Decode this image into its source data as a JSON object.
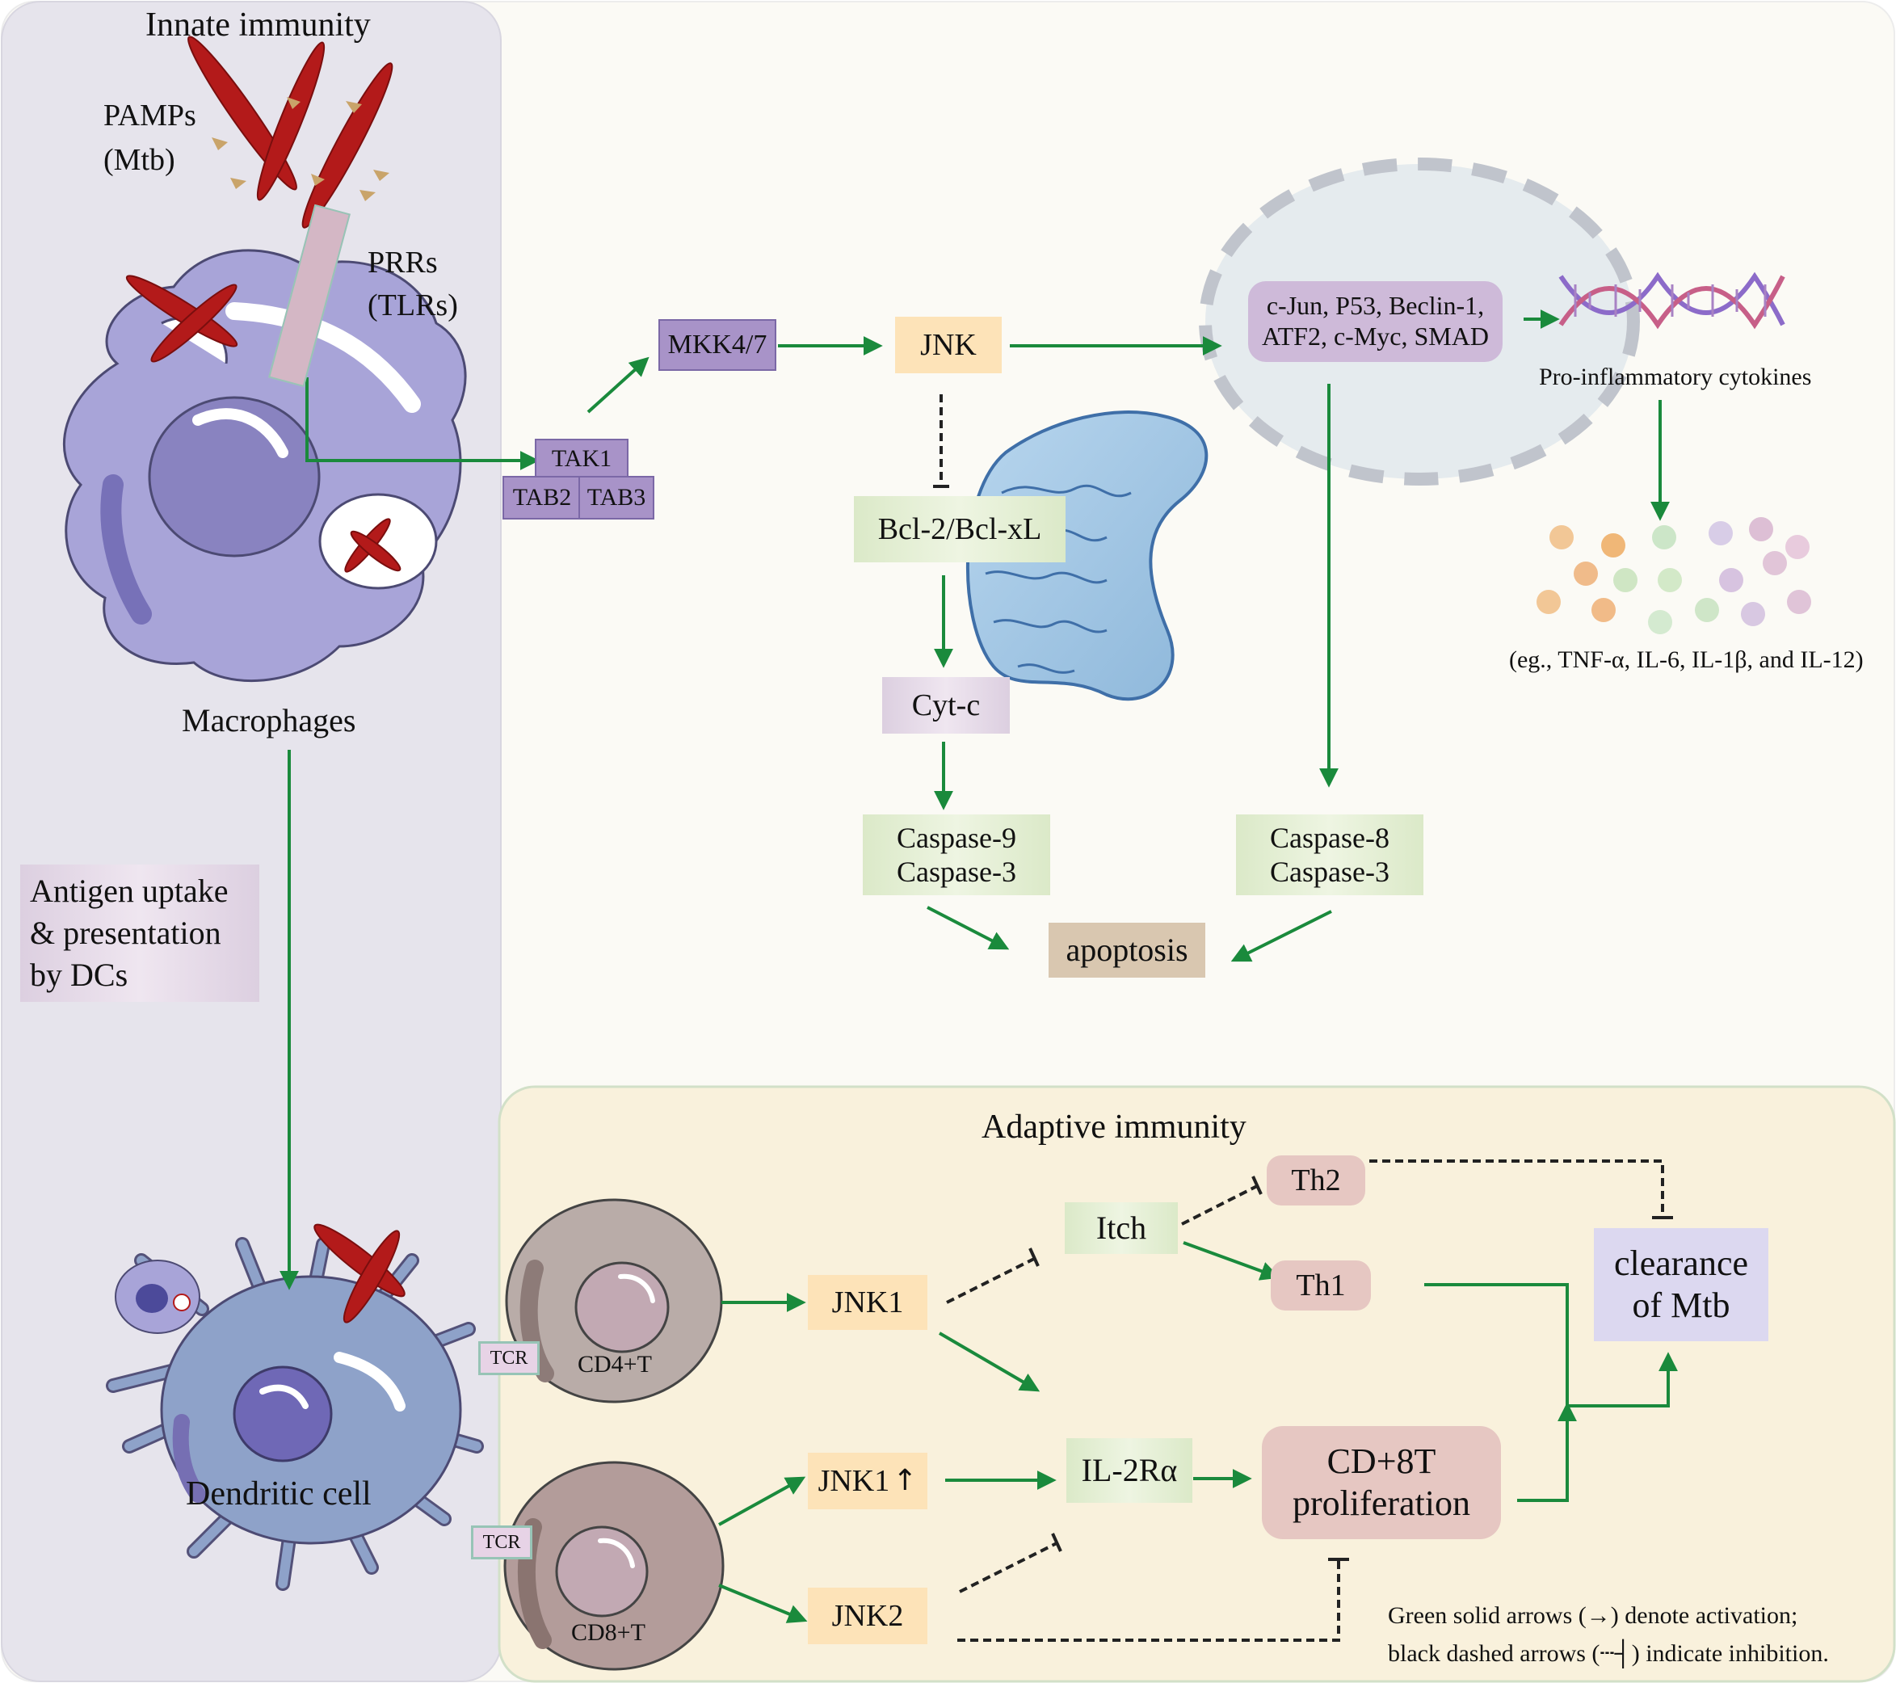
{
  "innate": {
    "title": "Innate immunity",
    "pamps": [
      "PAMPs",
      "(Mtb)"
    ],
    "prrs": [
      "PRRs",
      "(TLRs)"
    ],
    "macrophages": "Macrophages",
    "antigen": [
      "Antigen uptake",
      "& presentation",
      "by DCs"
    ],
    "dendritic": "Dendritic cell"
  },
  "signaling": {
    "tak1": "TAK1",
    "tab2": "TAB2",
    "tab3": "TAB3",
    "mkk": "MKK4/7",
    "jnk": "JNK",
    "bcl": "Bcl-2/Bcl-xL",
    "cytc": "Cyt-c",
    "casp9": [
      "Caspase-9",
      "Caspase-3"
    ],
    "casp8": [
      "Caspase-8",
      "Caspase-3"
    ],
    "apoptosis": "apoptosis",
    "tfs": [
      "c-Jun, P53, Beclin-1,",
      "ATF2, c-Myc, SMAD"
    ],
    "proinflam": "Pro-inflammatory cytokines",
    "cytokines": "(eg., TNF-α, IL-6, IL-1β, and IL-12)"
  },
  "adaptive": {
    "title": "Adaptive immunity",
    "tcr": "TCR",
    "cd4": "CD4+T",
    "cd8": "CD8+T",
    "jnk1": "JNK1",
    "jnk1up": "JNK1",
    "jnk2": "JNK2",
    "itch": "Itch",
    "th2": "Th2",
    "th1": "Th1",
    "il2ra": "IL-2Rα",
    "cd8prolif": [
      "CD+8T",
      "proliferation"
    ],
    "clearance": [
      "clearance",
      "of Mtb"
    ]
  },
  "legend": [
    "Green solid arrows (→) denote activation;",
    "black dashed arrows (┄┤) indicate inhibition."
  ],
  "colors": {
    "activation": "#1a8a3c",
    "inhibition": "#222222",
    "innate_panel": "#e6e4ec",
    "adaptive_panel": "#f9f1dc",
    "main_panel": "#fbfaf5"
  }
}
